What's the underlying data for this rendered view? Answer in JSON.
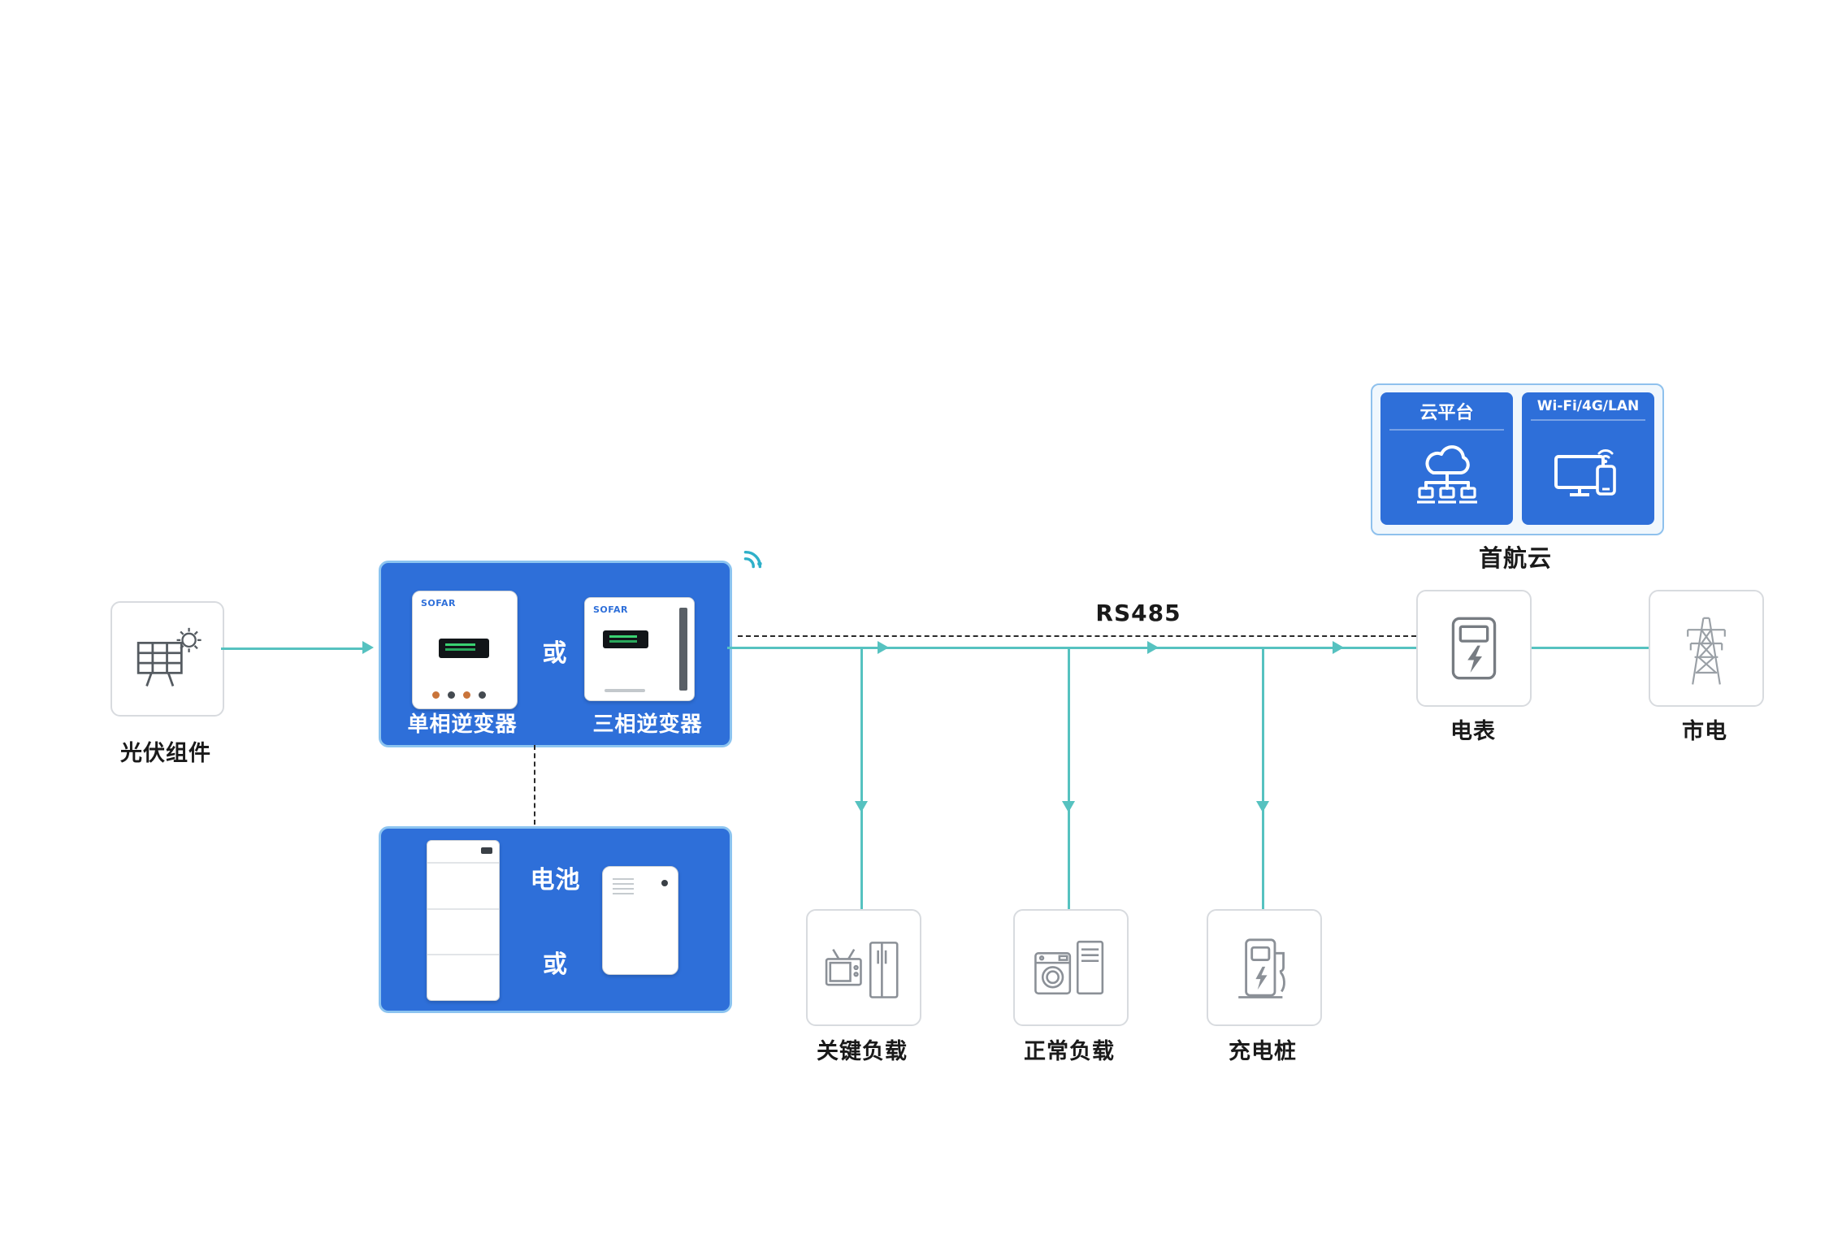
{
  "colors": {
    "accent_teal": "#56c2c0",
    "accent_blue": "#2e6fd9"
  },
  "pv": {
    "label": "光伏组件"
  },
  "inverter": {
    "single_label": "单相逆变器",
    "three_label": "三相逆变器",
    "or": "或",
    "brand": "SOFAR"
  },
  "battery": {
    "title": "电池",
    "or": "或"
  },
  "bus": {
    "rs485_label": "RS485"
  },
  "meter": {
    "label": "电表"
  },
  "grid": {
    "label": "市电"
  },
  "cloud": {
    "platform_label": "云平台",
    "wifi_label": "Wi-Fi/4G/LAN",
    "caption": "首航云"
  },
  "loads": {
    "critical": "关键负载",
    "normal": "正常负载",
    "charger": "充电桩"
  }
}
